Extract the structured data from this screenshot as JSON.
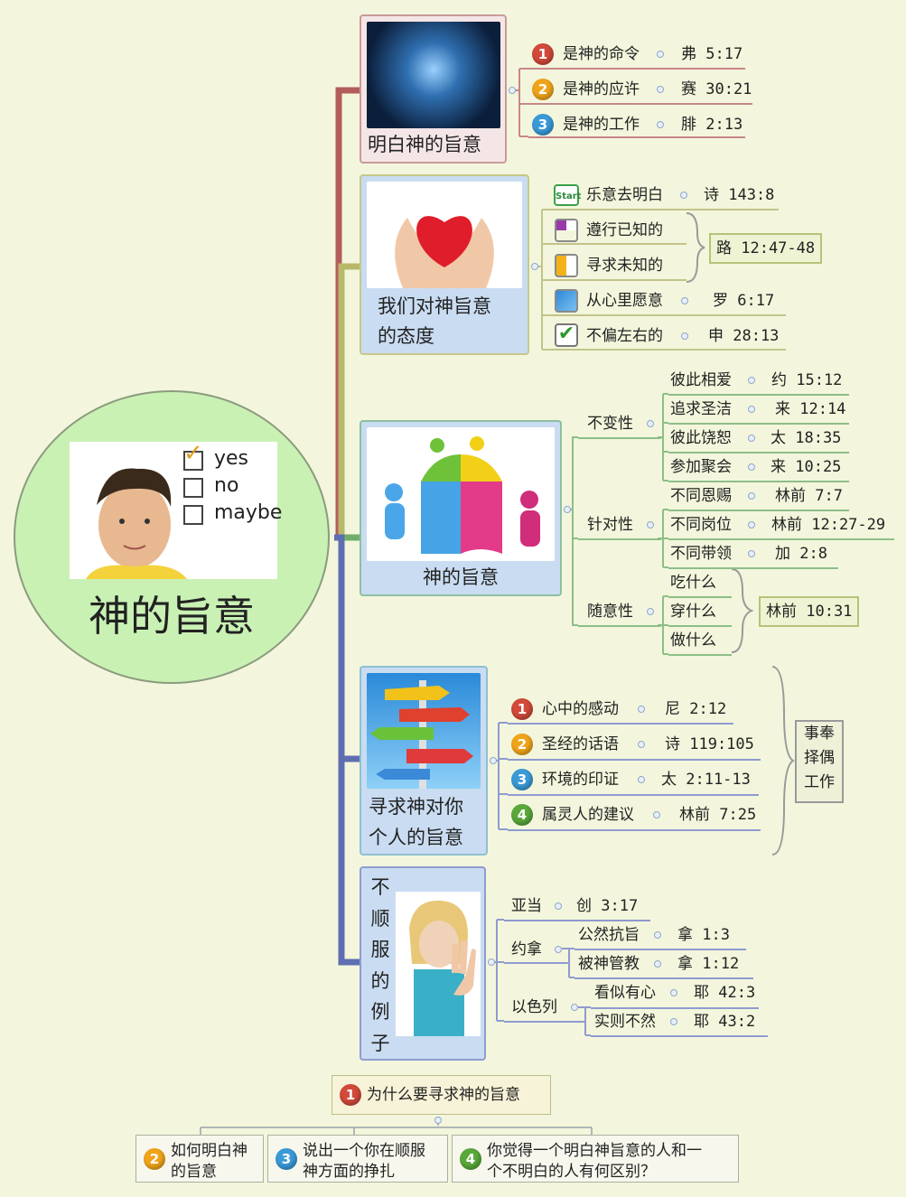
{
  "central": {
    "title": "神的旨意",
    "checklist": [
      "yes",
      "no",
      "maybe"
    ]
  },
  "colors": {
    "red": "#b35c5c",
    "olive": "#b8b86a",
    "green": "#6fae6a",
    "blue": "#5f6eb0",
    "bg": "#f3f6dc"
  },
  "branch1": {
    "label": "明白神的旨意",
    "items": [
      {
        "num": "1",
        "text": "是神的命令",
        "ref": "弗  5:17"
      },
      {
        "num": "2",
        "text": "是神的应许",
        "ref": "赛  30:21"
      },
      {
        "num": "3",
        "text": "是神的工作",
        "ref": "腓  2:13"
      }
    ]
  },
  "branch2": {
    "label_line1": "我们对神旨意",
    "label_line2": "的态度",
    "start_icon": "Start",
    "items": [
      {
        "text": "乐意去明白",
        "ref": "诗  143:8"
      },
      {
        "text": "遵行已知的",
        "ref": ""
      },
      {
        "text": "寻求未知的",
        "ref": ""
      },
      {
        "text": "从心里愿意",
        "ref": "罗  6:17"
      },
      {
        "text": "不偏左右的",
        "ref": "申  28:13"
      }
    ],
    "group_ref": "路  12:47-48"
  },
  "branch3": {
    "label": "神的旨意",
    "groups": [
      {
        "name": "不变性",
        "items": [
          {
            "text": "彼此相爱",
            "ref": "约  15:12"
          },
          {
            "text": "追求圣洁",
            "ref": "来  12:14"
          },
          {
            "text": "彼此饶恕",
            "ref": "太  18:35"
          },
          {
            "text": "参加聚会",
            "ref": "来  10:25"
          }
        ]
      },
      {
        "name": "针对性",
        "items": [
          {
            "text": "不同恩赐",
            "ref": "林前  7:7"
          },
          {
            "text": "不同岗位",
            "ref": "林前  12:27-29"
          },
          {
            "text": "不同带领",
            "ref": "加  2:8"
          }
        ]
      },
      {
        "name": "随意性",
        "items": [
          {
            "text": "吃什么"
          },
          {
            "text": "穿什么"
          },
          {
            "text": "做什么"
          }
        ]
      }
    ],
    "group_ref": "林前  10:31"
  },
  "branch4": {
    "label_line1": "寻求神对你",
    "label_line2": "个人的旨意",
    "items": [
      {
        "num": "1",
        "text": "心中的感动",
        "ref": "尼  2:12"
      },
      {
        "num": "2",
        "text": "圣经的话语",
        "ref": "诗  119:105"
      },
      {
        "num": "3",
        "text": "环境的印证",
        "ref": "太  2:11-13"
      },
      {
        "num": "4",
        "text": "属灵人的建议",
        "ref": "林前  7:25"
      }
    ],
    "group_box": [
      "事奉",
      "择偶",
      "工作"
    ]
  },
  "branch5": {
    "label_chars": [
      "不",
      "顺",
      "服",
      "的",
      "例",
      "子"
    ],
    "items": [
      {
        "name": "亚当",
        "ref": "创  3:17"
      },
      {
        "name": "约拿",
        "children": [
          {
            "text": "公然抗旨",
            "ref": "拿  1:3"
          },
          {
            "text": "被神管教",
            "ref": "拿  1:12"
          }
        ]
      },
      {
        "name": "以色列",
        "children": [
          {
            "text": "看似有心",
            "ref": "耶  42:3"
          },
          {
            "text": "实则不然",
            "ref": "耶  43:2"
          }
        ]
      }
    ]
  },
  "questions": {
    "main": {
      "num": "1",
      "text": "为什么要寻求神的旨意"
    },
    "subs": [
      {
        "num": "2",
        "line1": "如何明白神",
        "line2": "的旨意"
      },
      {
        "num": "3",
        "line1": "说出一个你在顺服",
        "line2": "神方面的挣扎"
      },
      {
        "num": "4",
        "line1": "你觉得一个明白神旨意的人和一",
        "line2": "个不明白的人有何区别？"
      }
    ]
  }
}
